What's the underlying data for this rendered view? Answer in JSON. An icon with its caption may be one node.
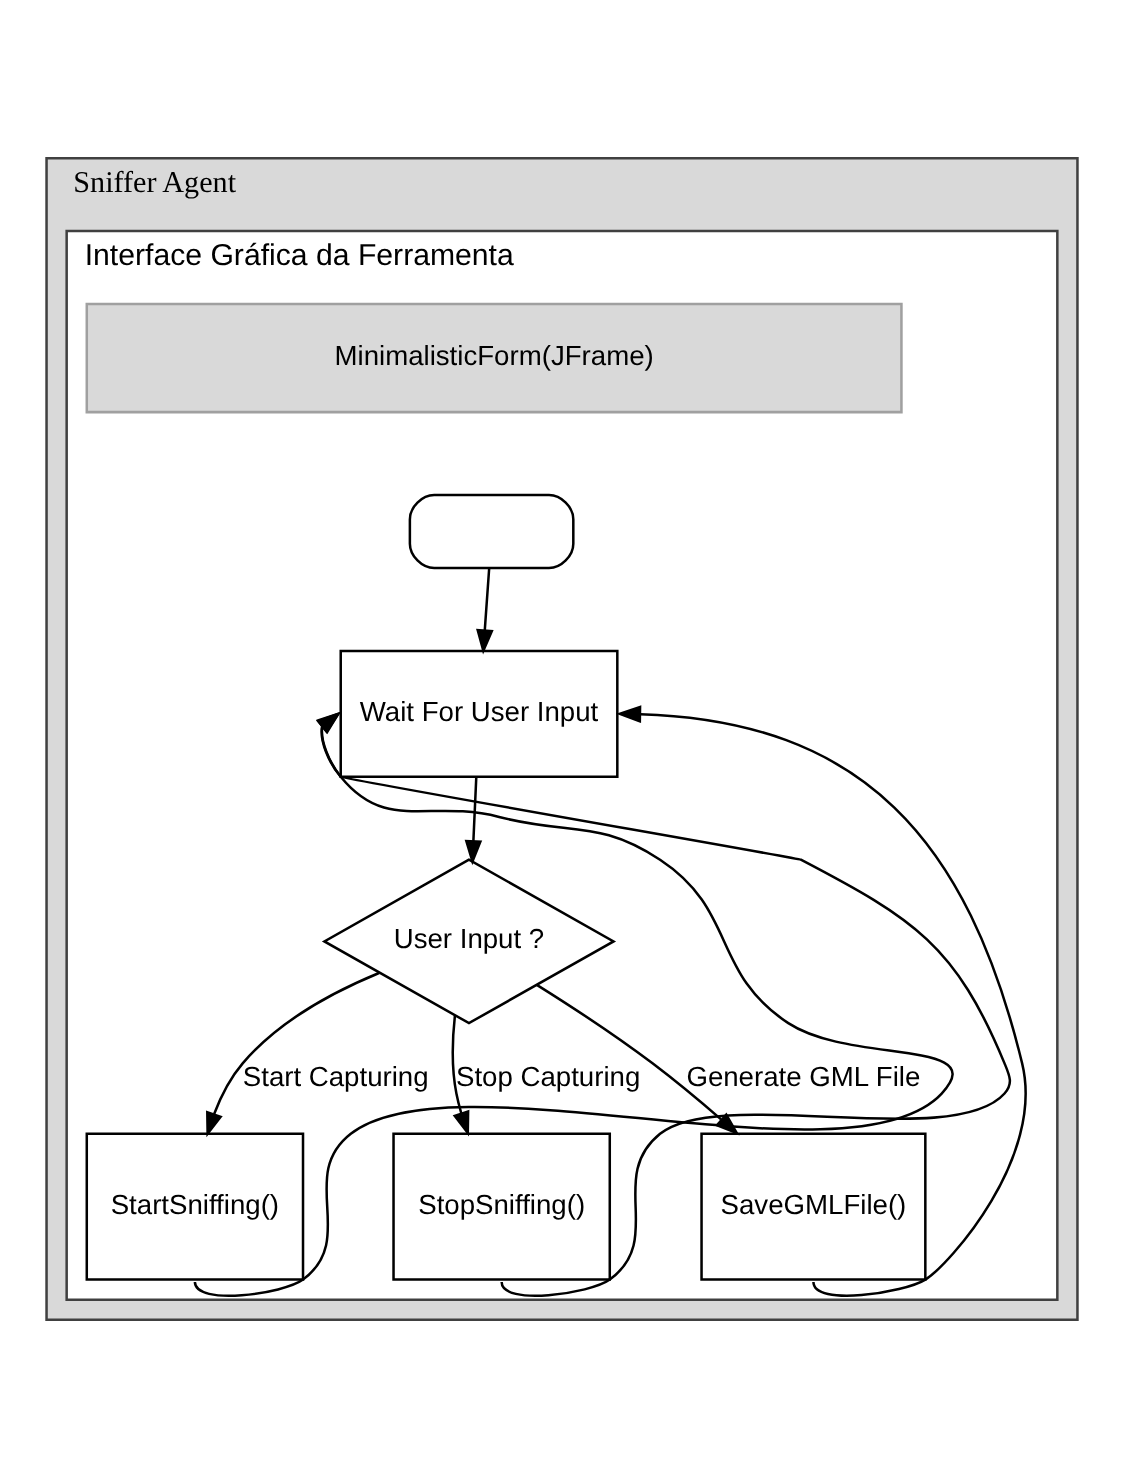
{
  "diagram": {
    "nodes": [
      {
        "text": [
          "Sniffer Agent"
        ]
      },
      {
        "text": [
          "Interface Gráfica da Ferramenta"
        ],
        "in": 0
      },
      {
        "text": [
          "MinimalisticForm(JFrame)"
        ],
        "in": 1
      },
      {
        "text": [],
        "shape": "box",
        "in": 1
      },
      {
        "text": [
          "Wait For User Input"
        ],
        "in": 1
      },
      {
        "text": [
          "User Input ?"
        ],
        "in": 1
      },
      {
        "text": [
          "StartSniffing()"
        ],
        "in": 1
      },
      {
        "text": [
          "StopSniffing()"
        ],
        "in": 1
      },
      {
        "text": [
          "SaveGMLFile()"
        ],
        "in": 1
      }
    ],
    "edges": [
      {
        "from": 3,
        "to": 4,
        "arrow": "to"
      },
      {
        "from": 4,
        "to": 5,
        "arrow": "to"
      },
      {
        "from": 5,
        "to": 6,
        "arrow": "to",
        "label": "Start Capturing"
      },
      {
        "from": 5,
        "to": 7,
        "arrow": "to",
        "label": "Stop Capturing"
      },
      {
        "from": 5,
        "to": 8,
        "arrow": "to",
        "label": "Generate GML File"
      },
      {
        "from": 6,
        "to": 4,
        "arrow": "to"
      },
      {
        "from": 7,
        "to": 4,
        "arrow": "to"
      },
      {
        "from": 8,
        "to": 4,
        "arrow": "to"
      }
    ]
  }
}
